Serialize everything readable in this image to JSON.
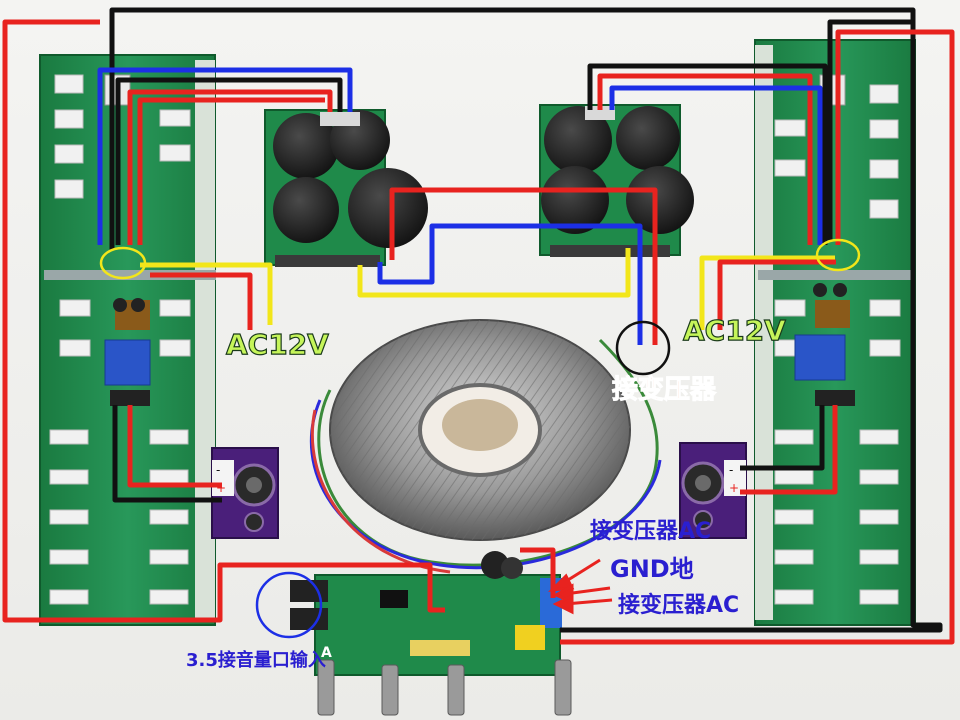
{
  "labels": {
    "ac12v_left": "AC12V",
    "ac12v_right": "AC12V",
    "transformer_connect": "接变压器",
    "transformer_ac_top": "接变压器AC",
    "gnd": "GND地",
    "transformer_ac_bottom": "接变压器AC",
    "audio_input": "3.5接音量口输入",
    "port_a": "A"
  },
  "colors": {
    "wire_red": "#e8231f",
    "wire_blue": "#1c2fe6",
    "wire_yellow": "#f2e61a",
    "wire_black": "#111111",
    "pcb_green": "#1f8a4a",
    "label_green": "#c6f55a",
    "label_orange": "#ff5a1a",
    "label_blue": "#2a1fd0",
    "speaker_purple": "#5a2a8a"
  },
  "icons": {
    "speaker": "speaker-icon",
    "transformer": "toroidal-transformer",
    "capacitor": "capacitor-icon"
  }
}
